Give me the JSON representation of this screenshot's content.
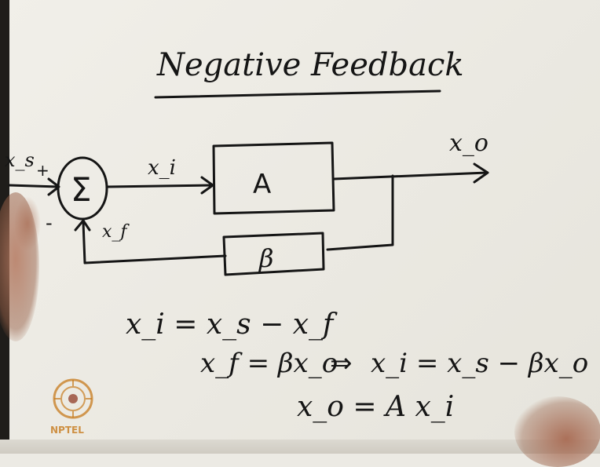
{
  "title": "Negative Feedback",
  "diagram": {
    "input_label": "x_s",
    "plus_sign": "+",
    "minus_sign": "-",
    "summing_symbol": "Σ",
    "error_label": "x_i",
    "feedback_label": "x_f",
    "amplifier_label": "A",
    "feedback_block_label": "β",
    "output_label": "x_o"
  },
  "equations": {
    "eq1": "x_i = x_s − x_f",
    "eq2": "x_f = βx_o",
    "implies": "⇒",
    "eq3": "x_i = x_s − βx_o",
    "eq4": "x_o = A x_i"
  },
  "logo": {
    "text": "NPTEL",
    "colors": {
      "primary": "#c77a1c",
      "accent": "#8a2f1a"
    }
  },
  "colors": {
    "ink": "#151515",
    "paper": "#eceae4",
    "skin": "#b87a5a"
  }
}
